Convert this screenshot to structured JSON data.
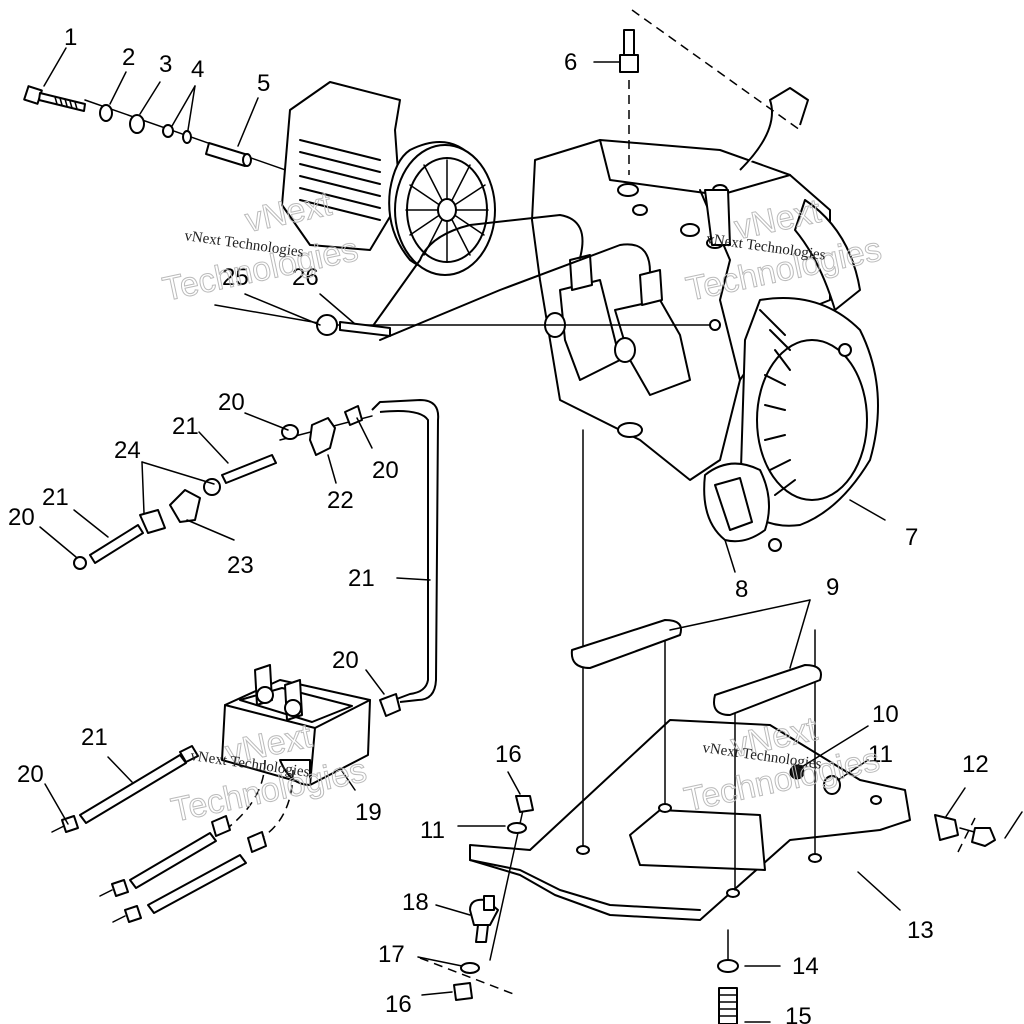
{
  "diagram": {
    "type": "exploded-parts-diagram",
    "subject": "Engine mounting, carburetor and fuel pump assembly",
    "callouts": [
      {
        "id": "c1",
        "label": "1",
        "part": "bolt"
      },
      {
        "id": "c2",
        "label": "2",
        "part": "washer"
      },
      {
        "id": "c3",
        "label": "3",
        "part": "washer"
      },
      {
        "id": "c4",
        "label": "4",
        "part": "o-rings"
      },
      {
        "id": "c5",
        "label": "5",
        "part": "spacer"
      },
      {
        "id": "c6",
        "label": "6",
        "part": "spark plug"
      },
      {
        "id": "c7",
        "label": "7",
        "part": "recoil starter housing"
      },
      {
        "id": "c8",
        "label": "8",
        "part": "starter handle"
      },
      {
        "id": "c9",
        "label": "9",
        "part": "mount spacers"
      },
      {
        "id": "c10",
        "label": "10",
        "part": "nut"
      },
      {
        "id": "c11a",
        "label": "11",
        "part": "washer"
      },
      {
        "id": "c12",
        "label": "12",
        "part": "isolator mount"
      },
      {
        "id": "c13",
        "label": "13",
        "part": "engine mounting plate"
      },
      {
        "id": "c14",
        "label": "14",
        "part": "lock washer"
      },
      {
        "id": "c15",
        "label": "15",
        "part": "stud"
      },
      {
        "id": "c16a",
        "label": "16",
        "part": "nut"
      },
      {
        "id": "c11b",
        "label": "11",
        "part": "washer"
      },
      {
        "id": "c18",
        "label": "18",
        "part": "isolator mount"
      },
      {
        "id": "c17",
        "label": "17",
        "part": "washer"
      },
      {
        "id": "c16b",
        "label": "16",
        "part": "nut"
      },
      {
        "id": "c19",
        "label": "19",
        "part": "fuel pump"
      },
      {
        "id": "c20a",
        "label": "20",
        "part": "clamp"
      },
      {
        "id": "c20b",
        "label": "20",
        "part": "clamp"
      },
      {
        "id": "c20c",
        "label": "20",
        "part": "clamp"
      },
      {
        "id": "c20d",
        "label": "20",
        "part": "clamp"
      },
      {
        "id": "c20e",
        "label": "20",
        "part": "clamp"
      },
      {
        "id": "c21a",
        "label": "21",
        "part": "fuel line"
      },
      {
        "id": "c21b",
        "label": "21",
        "part": "fuel line"
      },
      {
        "id": "c21c",
        "label": "21",
        "part": "fuel line"
      },
      {
        "id": "c21d",
        "label": "21",
        "part": "fuel line"
      },
      {
        "id": "c22",
        "label": "22",
        "part": "fuel fitting"
      },
      {
        "id": "c23",
        "label": "23",
        "part": "fuel filter"
      },
      {
        "id": "c24",
        "label": "24",
        "part": "clamps"
      },
      {
        "id": "c25",
        "label": "25",
        "part": "cable tie"
      },
      {
        "id": "c26",
        "label": "26",
        "part": "cable sleeve"
      }
    ]
  },
  "watermarks": [
    {
      "id": "wm1",
      "small": "vNext Technologies",
      "big_top": "vNext",
      "big_bottom": "Technologies"
    },
    {
      "id": "wm2",
      "small": "vNext Technologies",
      "big_top": "vNext",
      "big_bottom": "Technologies"
    },
    {
      "id": "wm3",
      "small": "vNext Technologies",
      "big_top": "vNext",
      "big_bottom": "Technologies"
    },
    {
      "id": "wm4",
      "small": "vNext Technologies",
      "big_top": "vNext",
      "big_bottom": "Technologies"
    }
  ]
}
